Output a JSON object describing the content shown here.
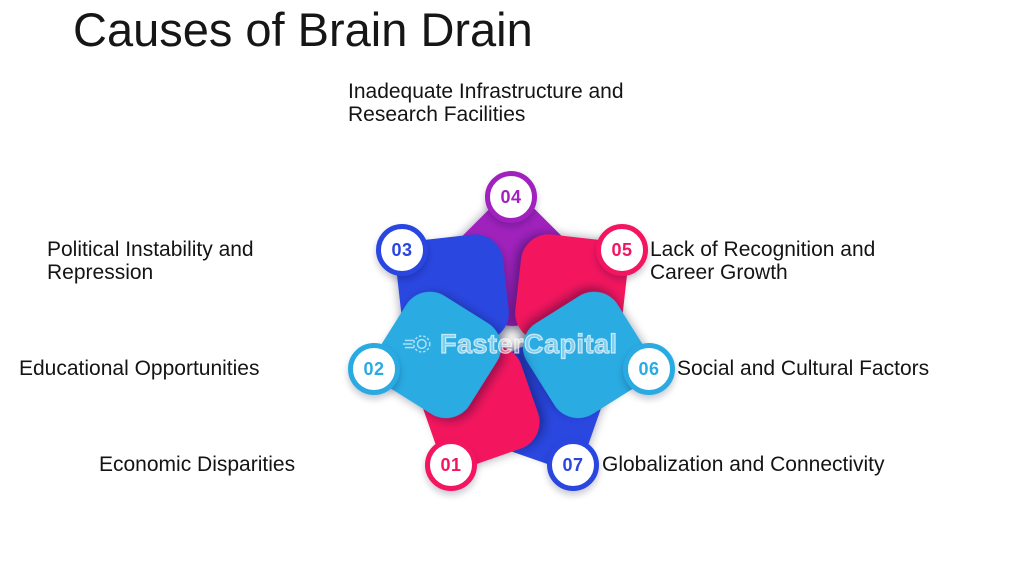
{
  "title": "Causes of Brain Drain",
  "watermark": {
    "brand": "FasterCapital"
  },
  "colors": {
    "background": "#ffffff",
    "text": "#141414",
    "purple": "#A021BD",
    "pink": "#F3155F",
    "cyan": "#29ABE2",
    "blue": "#2946E0",
    "watermark": "rgba(255,255,255,0.62)"
  },
  "diagram": {
    "type": "radial-petal-infographic",
    "petal_count": 7,
    "items": [
      {
        "number": "01",
        "color": "pink",
        "label": "Economic Disparities",
        "lines": [
          "Economic Disparities"
        ]
      },
      {
        "number": "02",
        "color": "cyan",
        "label": "Educational Opportunities",
        "lines": [
          "Educational Opportunities"
        ]
      },
      {
        "number": "03",
        "color": "blue",
        "label": "Political Instability and Repression",
        "lines": [
          "Political Instability and",
          "Repression"
        ]
      },
      {
        "number": "04",
        "color": "purple",
        "label": "Inadequate Infrastructure and Research Facilities",
        "lines": [
          "Inadequate Infrastructure and",
          "Research Facilities"
        ]
      },
      {
        "number": "05",
        "color": "pink",
        "label": "Lack of Recognition and Career Growth",
        "lines": [
          "Lack of Recognition and",
          "Career Growth"
        ]
      },
      {
        "number": "06",
        "color": "cyan",
        "label": "Social and Cultural Factors",
        "lines": [
          "Social and Cultural Factors"
        ]
      },
      {
        "number": "07",
        "color": "blue",
        "label": "Globalization and Connectivity",
        "lines": [
          "Globalization and Connectivity"
        ]
      }
    ]
  }
}
